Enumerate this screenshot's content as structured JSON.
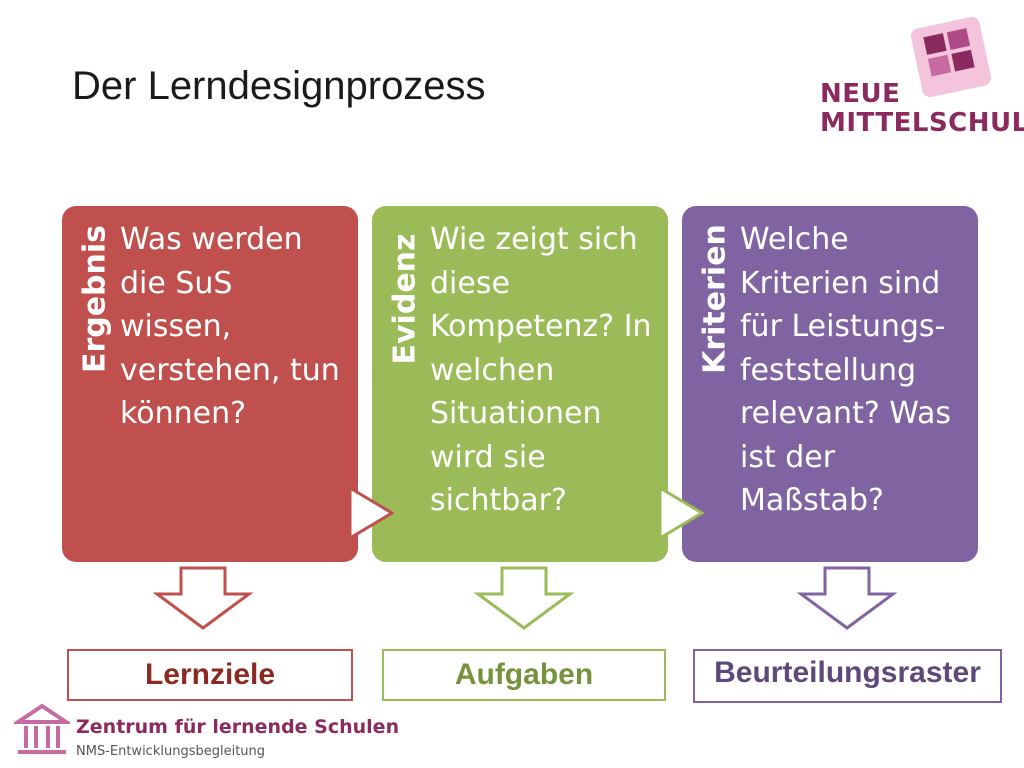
{
  "title": "Der Lerndesignprozess",
  "logo": {
    "line1": "NEUE",
    "line2": "MITTELSCHULE",
    "icon": "puzzle-pieces-logo"
  },
  "boxes": [
    {
      "side_label": "Ergebnis",
      "text": "Was werden die SuS wissen, verstehen, tun können?",
      "color": "#c0504d"
    },
    {
      "side_label": "Evidenz",
      "text": "Wie zeigt sich diese Kompetenz? In welchen Situationen wird sie sichtbar?",
      "color": "#9bbb59"
    },
    {
      "side_label": "Kriterien",
      "text": "Welche Kriterien sind für Leistungs-feststellung relevant? Was ist der Maßstab?",
      "color": "#8064a2"
    }
  ],
  "outcomes": [
    {
      "label": "Lernziele",
      "color": "#c0504d"
    },
    {
      "label": "Aufgaben",
      "color": "#9bbb59"
    },
    {
      "label": "Beurteilungsraster",
      "color": "#8064a2"
    }
  ],
  "footer": {
    "main": "Zentrum für lernende Schulen",
    "sub": "NMS-Entwicklungsbegleitung",
    "icon": "building-logo"
  }
}
